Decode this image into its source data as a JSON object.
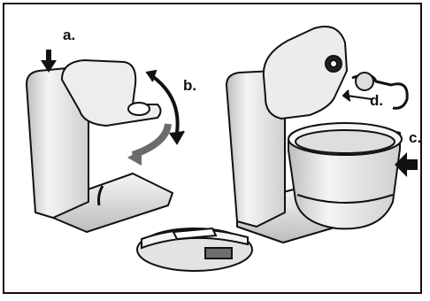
{
  "labels": {
    "a": "a.",
    "b": "b.",
    "c": "c.",
    "d": "d."
  },
  "icons": [
    "down-arrow-icon",
    "rotate-arrow-icon",
    "right-pointing-arrow-icon",
    "pointer-arrow-icon"
  ]
}
